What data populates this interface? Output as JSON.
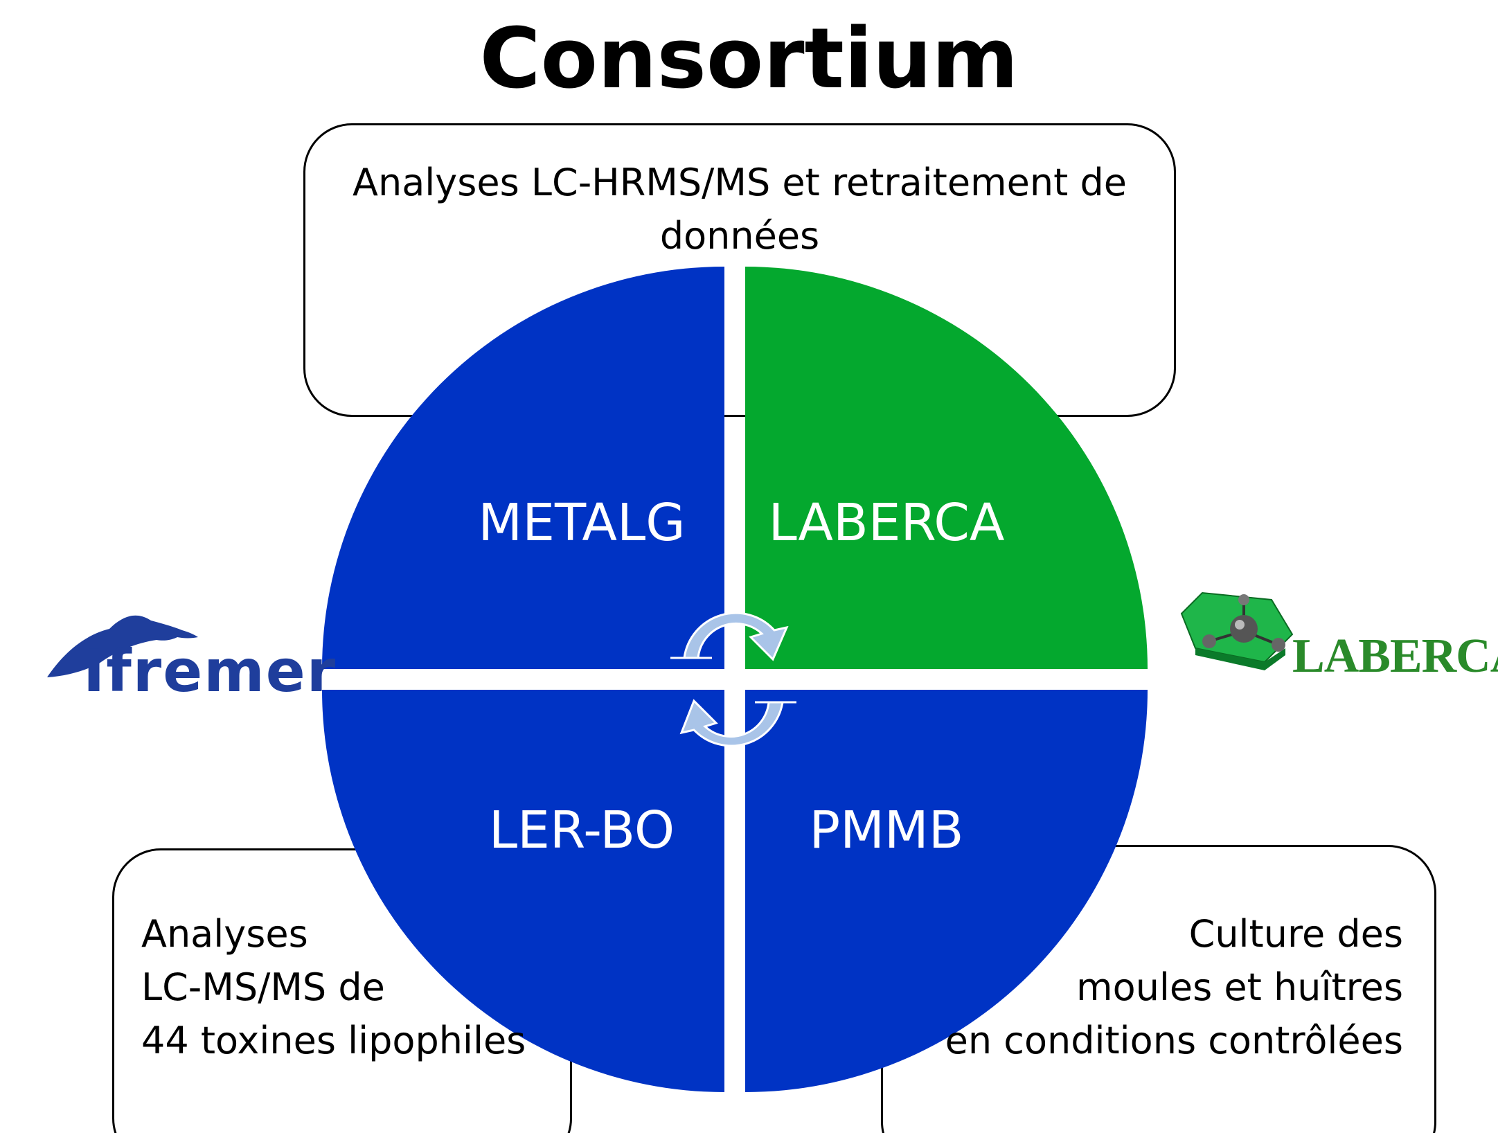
{
  "title": "Consortium",
  "colors": {
    "blue": "#0033c4",
    "green": "#04a82e",
    "arrow": "#a9c4e8",
    "ifremer_blue": "#1f3e9c",
    "laberca_green": "#2a8a2a"
  },
  "quadrants": {
    "top_left": "METALG",
    "top_right": "LABERCA",
    "bottom_left": "LER-BO",
    "bottom_right": "PMMB"
  },
  "boxes": {
    "top": {
      "lines": [
        "Analyses LC-HRMS/MS et retraitement de",
        "données"
      ]
    },
    "bottom_left": {
      "lines": [
        "Analyses",
        "LC-MS/MS de",
        "44 toxines lipophiles"
      ]
    },
    "bottom_right": {
      "lines": [
        "Culture des",
        "moules et huîtres",
        "en conditions contrôlées"
      ]
    }
  },
  "logos": {
    "ifremer": {
      "text": "Ifremer",
      "icon": "dolphin-icon"
    },
    "laberca": {
      "text": "LABERCA",
      "icon": "molecule-icon"
    }
  },
  "arrows": {
    "icon": "cycle-arrows-icon"
  }
}
